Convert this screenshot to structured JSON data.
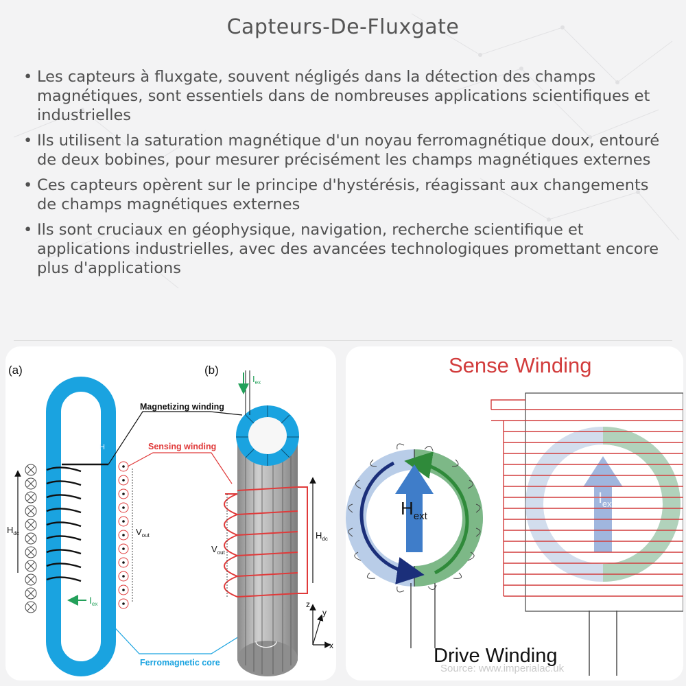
{
  "title": "Capteurs-De-Fluxgate",
  "bullets": [
    "Les capteurs à fluxgate, souvent négligés dans la détection des champs magnétiques, sont essentiels dans de nombreuses applications scientifiques et industrielles",
    "Ils utilisent la saturation magnétique d'un noyau ferromagnétique doux, entouré de deux bobines, pour mesurer précisément les champs magnétiques externes",
    "Ces capteurs opèrent sur le principe d'hystérésis, réagissant aux changements de champs magnétiques externes",
    "Ils sont cruciaux en géophysique, navigation, recherche scientifique et applications industrielles, avec des avancées technologiques promettant encore plus d'applications"
  ],
  "left_diagram": {
    "label_a": "(a)",
    "label_b": "(b)",
    "magnetizing_winding": "Magnetizing winding",
    "sensing_winding": "Sensing winding",
    "ferromagnetic_core": "Ferromagnetic core",
    "h_dc": "H",
    "h_dc_sub": "dc",
    "v_out": "V",
    "v_out_sub": "out",
    "i_ex": "I",
    "i_ex_sub": "ex",
    "axis_x": "x",
    "axis_y": "y",
    "axis_z": "z",
    "colors": {
      "core": "#1aa3e0",
      "sensing": "#e03a3a",
      "current": "#23a05a"
    }
  },
  "right_diagram": {
    "sense_winding": "Sense Winding",
    "drive_winding": "Drive Winding",
    "h_ext": "H",
    "h_ext_sub": "ext",
    "source": "Source: www.imperialac.uk",
    "colors": {
      "sense": "#d23c3c",
      "arrow": "#3f7dc9",
      "ring_left": "#b9cde8",
      "ring_right": "#7db887"
    }
  }
}
